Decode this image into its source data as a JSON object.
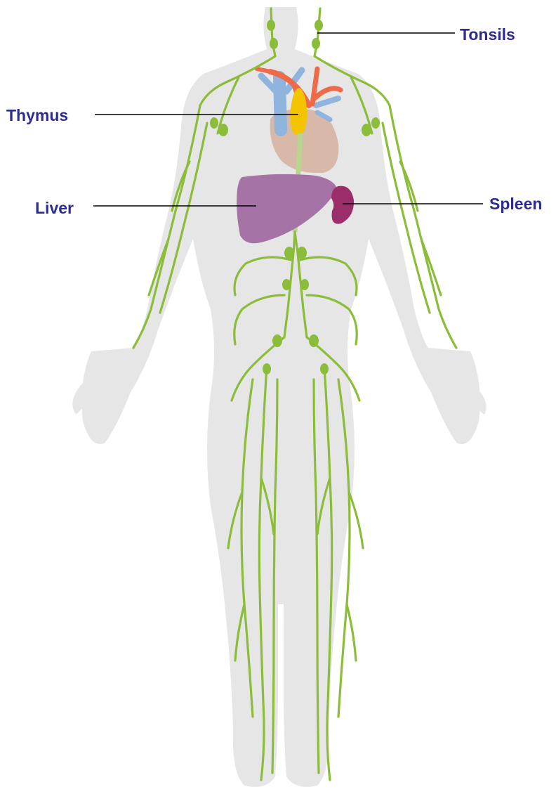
{
  "labels": {
    "tonsils": "Tonsils",
    "thymus": "Thymus",
    "liver": "Liver",
    "spleen": "Spleen"
  },
  "colors": {
    "label_text": "#2e2d8f",
    "leader_line": "#000000",
    "body_silhouette": "#e6e6e6",
    "lymph_vessels": "#8cbd3a",
    "thymus": "#f5c400",
    "liver": "#a673a6",
    "spleen": "#9b2d6a",
    "heart": "#d8b8a8",
    "veins": "#8fb4de",
    "arteries": "#ee6a48"
  },
  "icons": {
    "figure": "human-body-lymphatic-system"
  }
}
